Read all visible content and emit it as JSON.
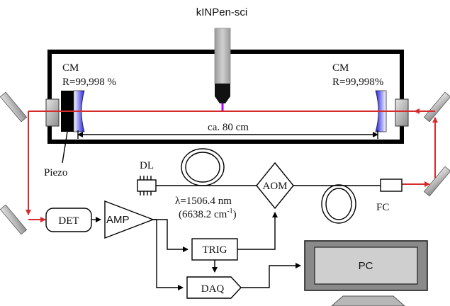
{
  "colors": {
    "beam": "#d62b2b",
    "mirror_blue": "#1d1de0",
    "probe_gray": "#b3b3b3",
    "plasma": "#b000ff",
    "pc_gray": "#8a8a8a",
    "pc_screen": "#cfcfcf"
  },
  "labels": {
    "source": "kINPen-sci",
    "cm_left_title": "CM",
    "cm_left_reflect": "R=99,998 %",
    "cm_right_title": "CM",
    "cm_right_reflect": "R=99,998%",
    "cavity_length": "ca. 80 cm",
    "piezo": "Piezo",
    "dl": "DL",
    "wavelength": "λ=1506.4 nm",
    "wavenumber_value": "(6638.2 cm",
    "wavenumber_exp": "-1",
    "wavenumber_close": ")",
    "aom": "AOM",
    "fc": "FC",
    "det": "DET",
    "amp": "AMP",
    "trig": "TRIG",
    "daq": "DAQ",
    "pc": "PC"
  }
}
